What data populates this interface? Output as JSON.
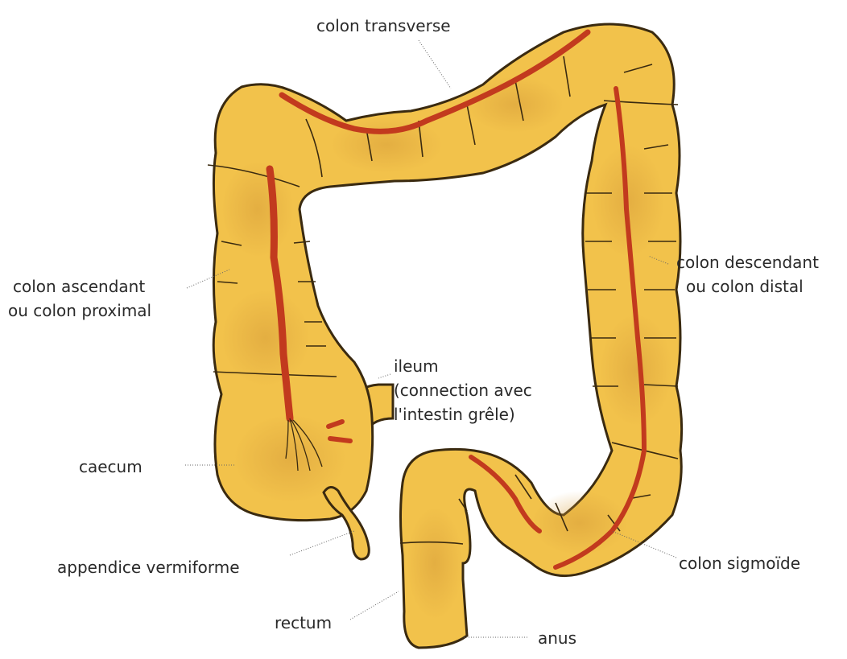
{
  "labels": {
    "colon_transverse": "colon transverse",
    "colon_descendant_1": "colon descendant",
    "colon_descendant_2": "ou colon distal",
    "colon_ascendant_1": "colon ascendant",
    "colon_ascendant_2": "ou colon proximal",
    "ileum_1": "ileum",
    "ileum_2": "(connection avec",
    "ileum_3": "l'intestin grêle)",
    "caecum": "caecum",
    "appendice": "appendice vermiforme",
    "colon_sigmoide": "colon sigmoïde",
    "rectum": "rectum",
    "anus": "anus"
  },
  "colors": {
    "colon_fill": "#f2c24b",
    "colon_shade": "#dca73a",
    "outline": "#3a2a10",
    "taenia": "#c23a1e",
    "leader": "#666666"
  }
}
